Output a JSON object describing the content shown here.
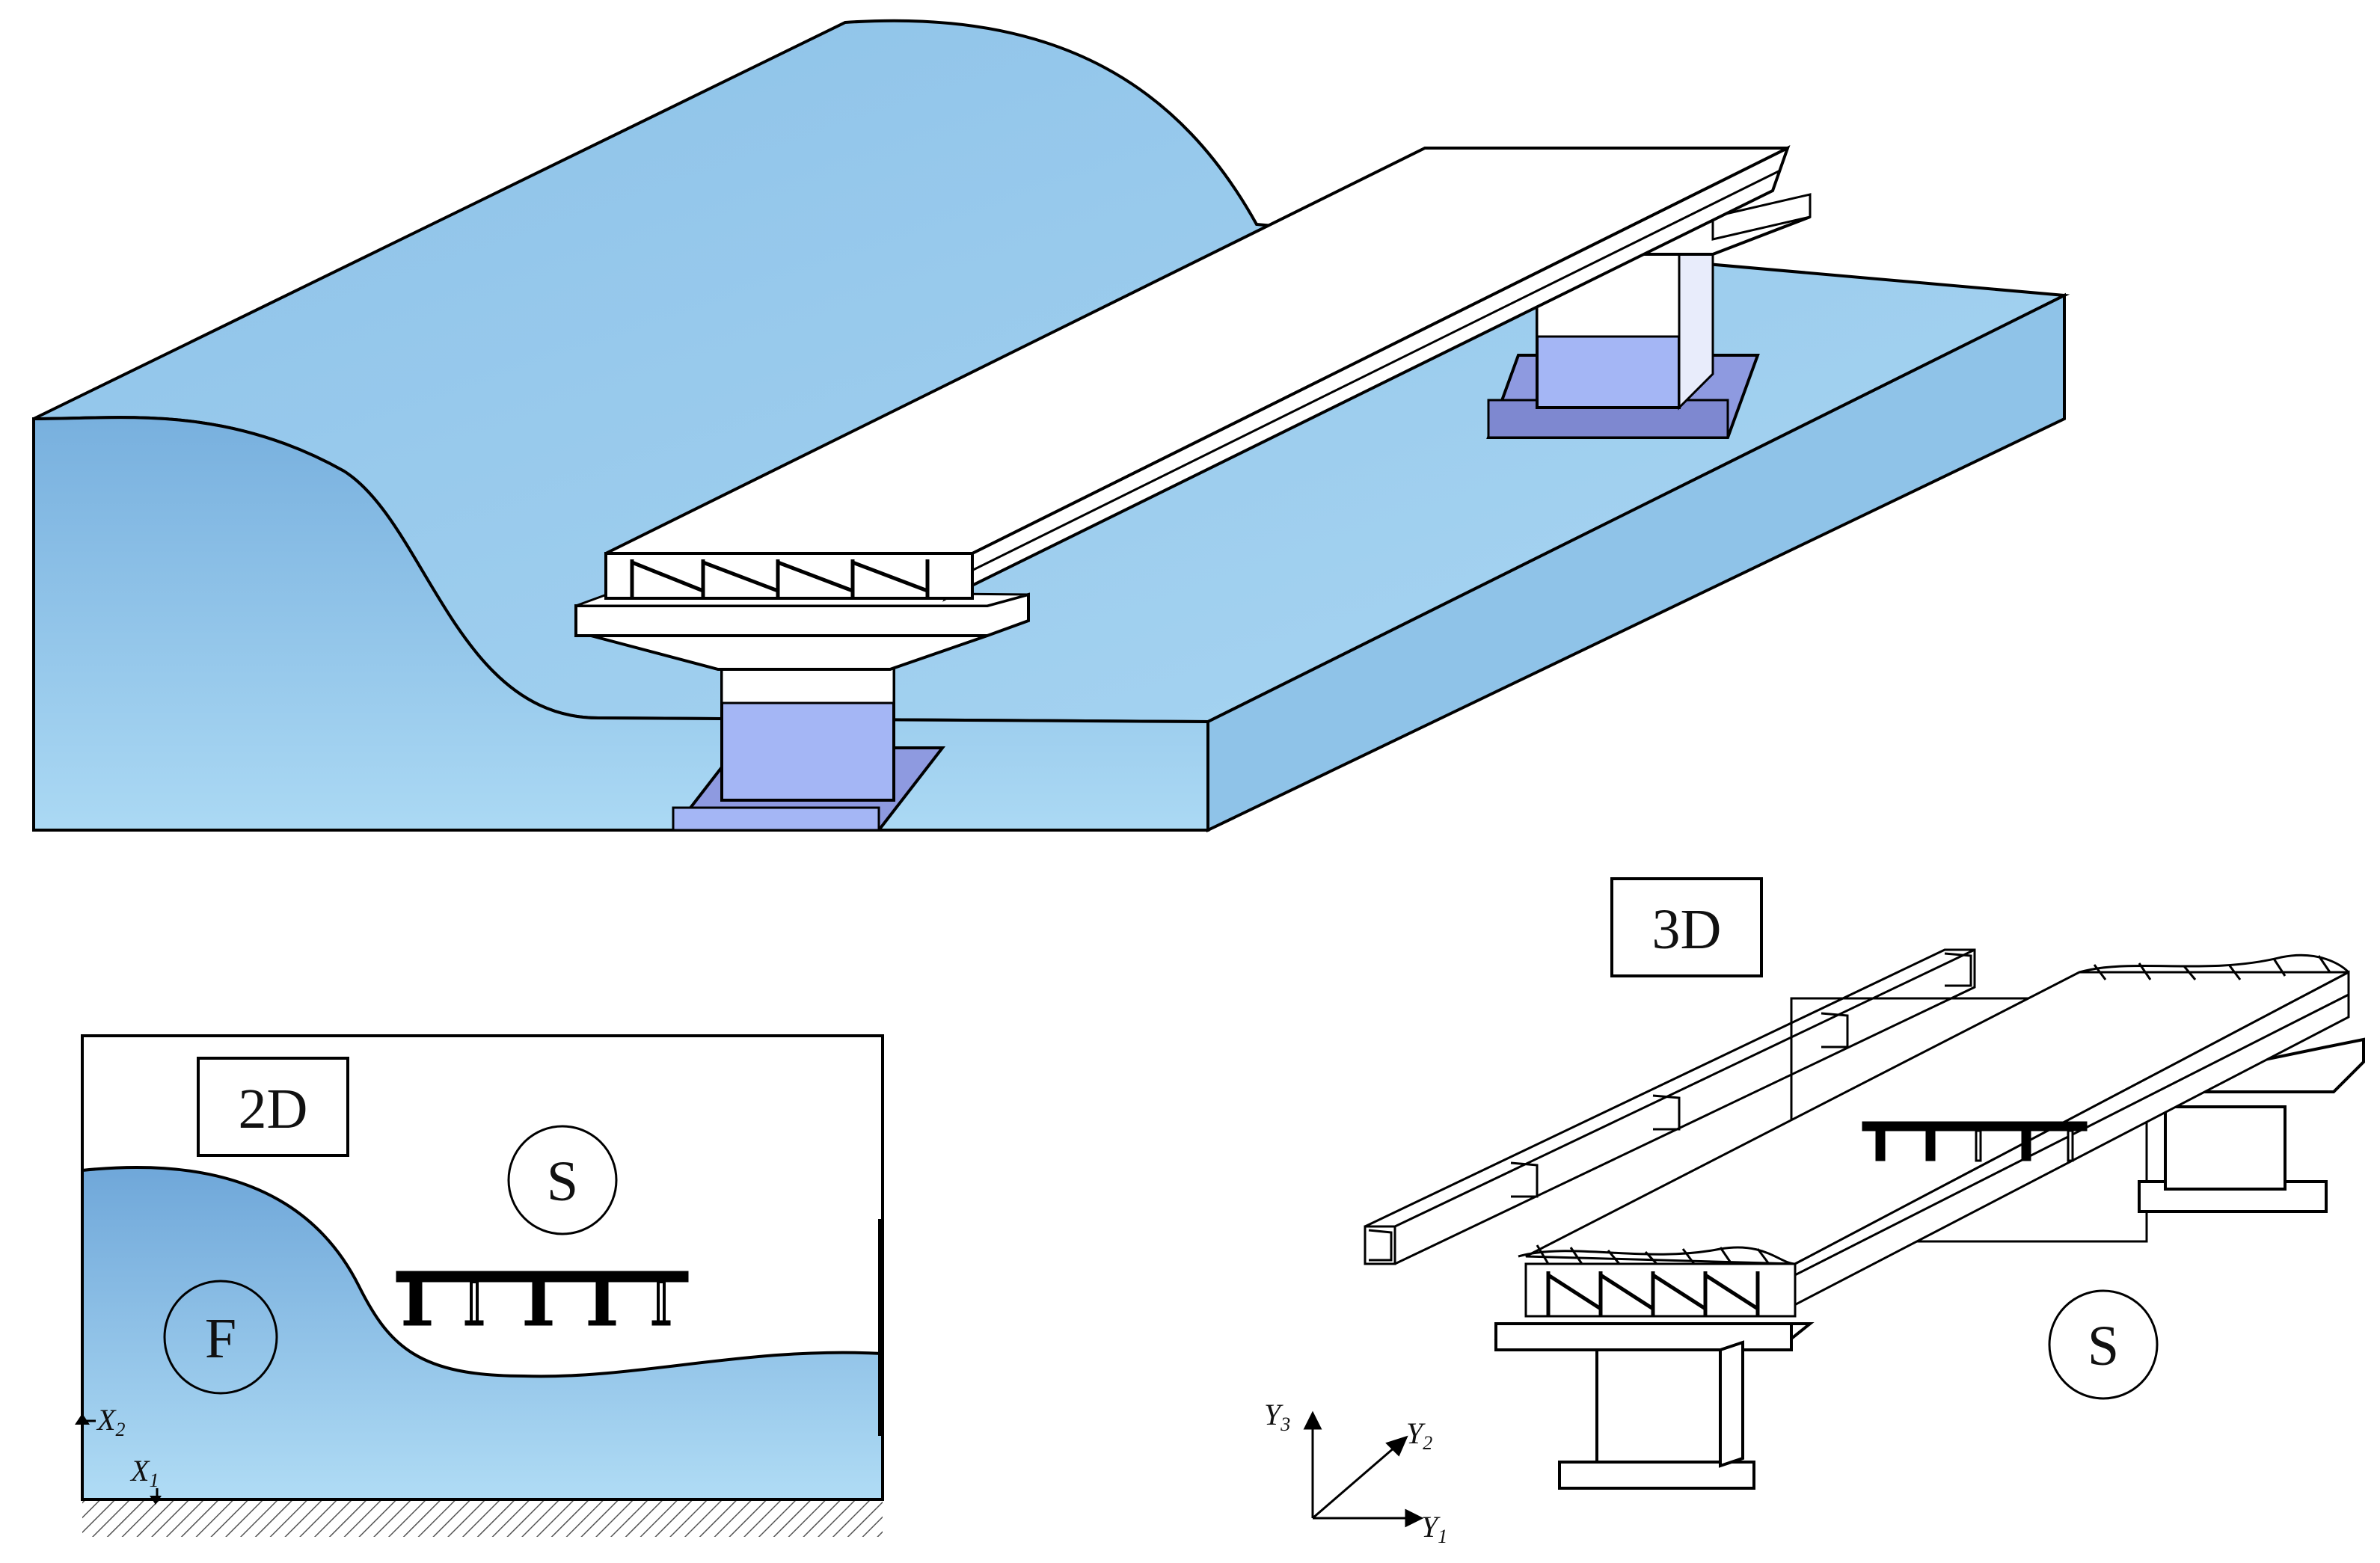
{
  "labels": {
    "panel_2d": "2D",
    "panel_3d": "3D",
    "fluid": "F",
    "solid_2d": "S",
    "solid_3d": "S"
  },
  "axes_2d": {
    "x1": "X",
    "x1_sub": "1",
    "x2": "X",
    "x2_sub": "2"
  },
  "axes_3d": {
    "y1": "Y",
    "y1_sub": "1",
    "y2": "Y",
    "y2_sub": "2",
    "y3": "Y",
    "y3_sub": "3"
  },
  "colors": {
    "fluid_light": "#a9d6f2",
    "fluid_dark": "#7fb4de",
    "pier_blue": "#a4b6f5",
    "footing_blue": "#8e9ae0",
    "outline": "#000000"
  }
}
